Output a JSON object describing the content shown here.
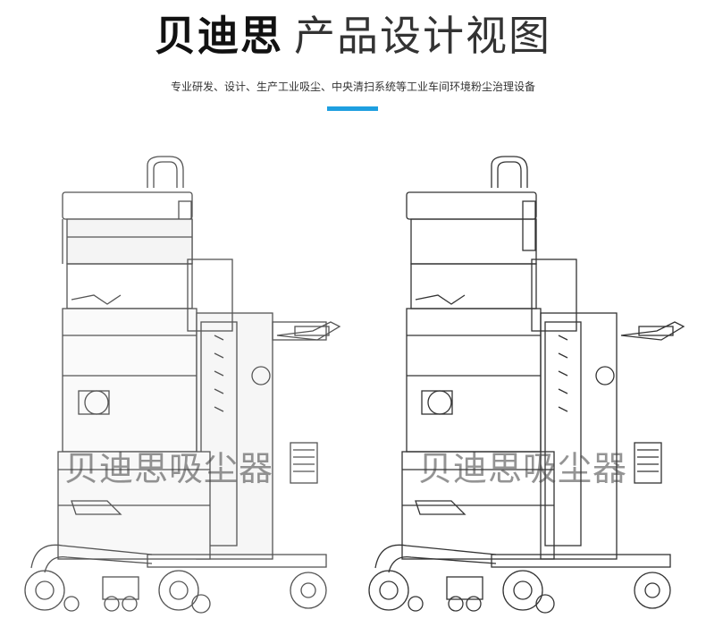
{
  "header": {
    "brand": "贝迪思",
    "title_rest": "产品设计视图",
    "subtitle": "专业研发、设计、生产工业吸尘、中央清扫系统等工业车间环境粉尘治理设备",
    "accent_color": "#1e9fe0"
  },
  "drawings": {
    "left_watermark": "贝迪思吸尘器",
    "right_watermark": "贝迪思吸尘器",
    "icon": "industrial-vacuum-line-drawing"
  }
}
